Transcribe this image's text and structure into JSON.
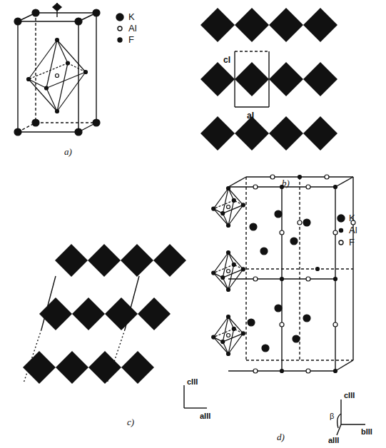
{
  "diagram": {
    "labels": [
      "a)",
      "b)",
      "cI",
      "aI",
      "c)",
      "cIII",
      "aIII",
      "d)",
      "cIII",
      "β",
      "aIII",
      "bIII"
    ],
    "legend": [
      {
        "text": "K"
      },
      {
        "text": "Al"
      },
      {
        "text": "F"
      },
      {
        "text": "K"
      },
      {
        "text": "Al"
      },
      {
        "text": "F"
      }
    ]
  }
}
